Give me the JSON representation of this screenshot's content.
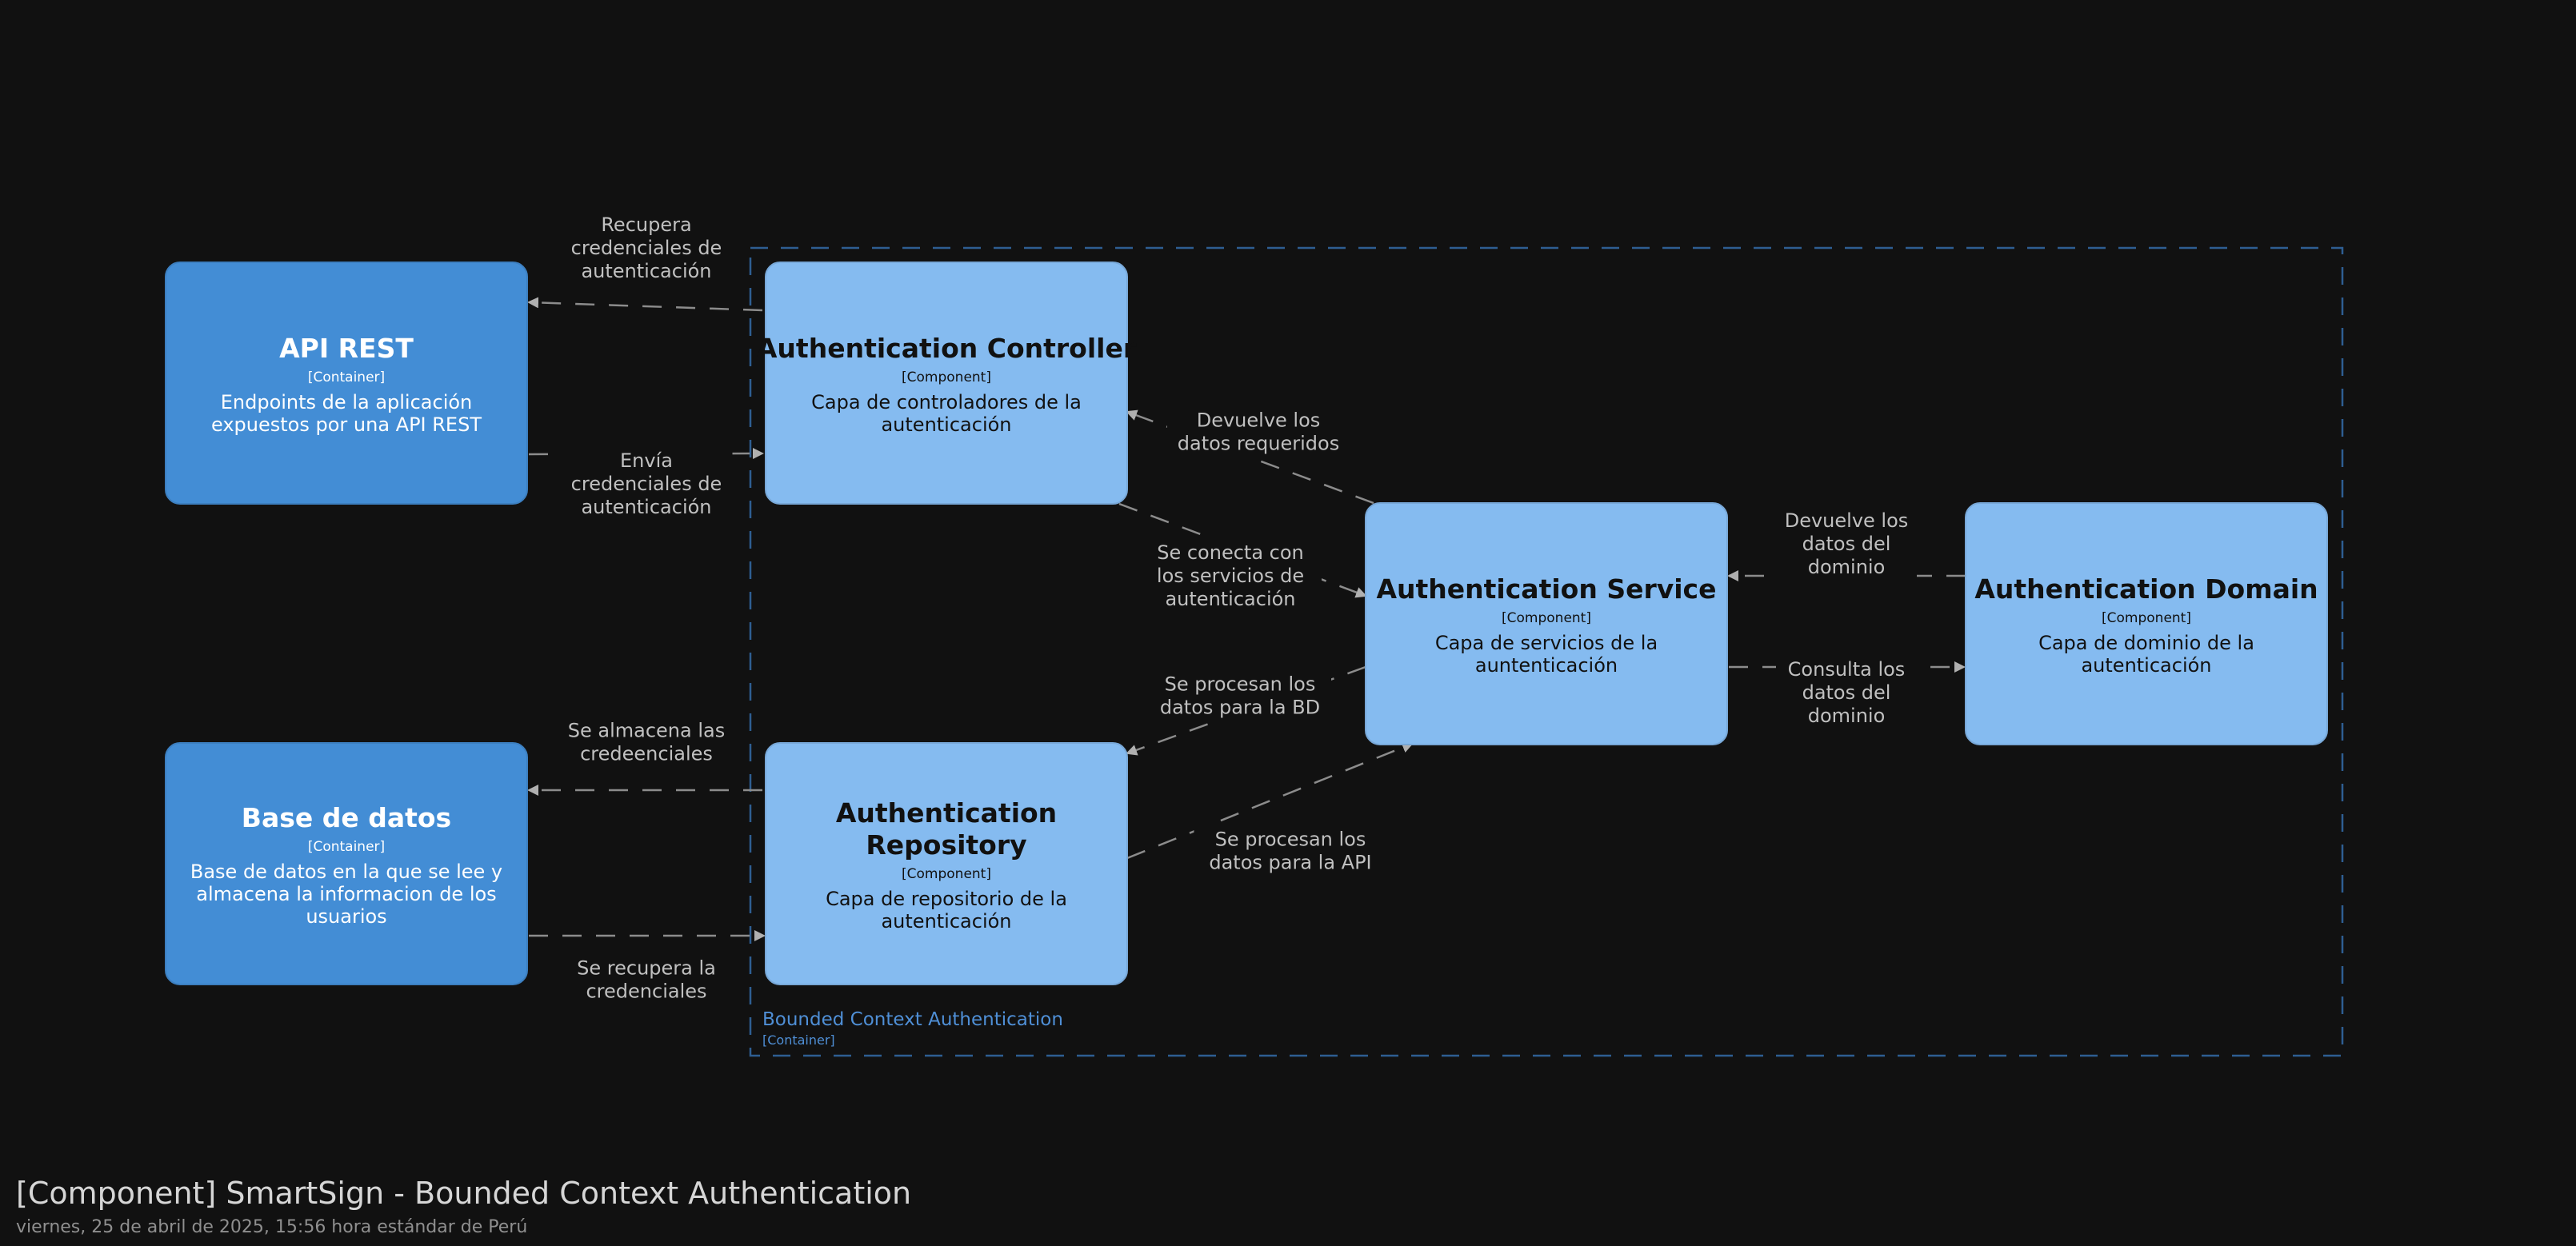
{
  "colors": {
    "background": "#111111",
    "container_fill": "#438dd5",
    "container_stroke": "#3c7fc0",
    "component_fill": "#85bbf0",
    "component_stroke": "#78a8d8",
    "boundary_stroke": "#2e5e92",
    "boundary_label": "#4f8fd6",
    "edge": "#8c8c8c",
    "arrowhead": "#b0b0b0",
    "edge_label": "#c0c0c0",
    "container_text": "#ffffff",
    "component_text": "#111111"
  },
  "boundary": {
    "label": "Bounded Context Authentication",
    "type": "[Container]"
  },
  "nodes": [
    {
      "id": "api-rest",
      "kind": "container",
      "title": [
        "API REST"
      ],
      "type": "[Container]",
      "description": [
        "Endpoints de la aplicación",
        "expuestos por una API REST"
      ]
    },
    {
      "id": "base-de-datos",
      "kind": "container",
      "title": [
        "Base de datos"
      ],
      "type": "[Container]",
      "description": [
        "Base de datos en la que se lee y",
        "almacena la informacion de los",
        "usuarios"
      ]
    },
    {
      "id": "authentication-controller",
      "kind": "component",
      "title": [
        "Authentication Controller"
      ],
      "type": "[Component]",
      "description": [
        "Capa de controladores de la",
        "autenticación"
      ]
    },
    {
      "id": "authentication-repository",
      "kind": "component",
      "title": [
        "Authentication",
        "Repository"
      ],
      "type": "[Component]",
      "description": [
        "Capa de repositorio de la",
        "autenticación"
      ]
    },
    {
      "id": "authentication-service",
      "kind": "component",
      "title": [
        "Authentication Service"
      ],
      "type": "[Component]",
      "description": [
        "Capa de servicios de la",
        "auntenticación"
      ]
    },
    {
      "id": "authentication-domain",
      "kind": "component",
      "title": [
        "Authentication Domain"
      ],
      "type": "[Component]",
      "description": [
        "Capa de dominio de la",
        "autenticación"
      ]
    }
  ],
  "edges": [
    {
      "from": "authentication-controller",
      "to": "api-rest",
      "label": [
        "Recupera",
        "credenciales de",
        "autenticación"
      ]
    },
    {
      "from": "api-rest",
      "to": "authentication-controller",
      "label": [
        "Envía",
        "credenciales de",
        "autenticación"
      ]
    },
    {
      "from": "authentication-service",
      "to": "authentication-controller",
      "label": [
        "Devuelve los",
        "datos requeridos"
      ]
    },
    {
      "from": "authentication-controller",
      "to": "authentication-service",
      "label": [
        "Se conecta con",
        "los servicios de",
        "autenticación"
      ]
    },
    {
      "from": "authentication-domain",
      "to": "authentication-service",
      "label": [
        "Devuelve los",
        "datos del",
        "dominio"
      ]
    },
    {
      "from": "authentication-service",
      "to": "authentication-domain",
      "label": [
        "Consulta los",
        "datos del",
        "dominio"
      ]
    },
    {
      "from": "authentication-service",
      "to": "authentication-repository",
      "label": [
        "Se procesan los",
        "datos para la BD"
      ]
    },
    {
      "from": "authentication-repository",
      "to": "authentication-service",
      "label": [
        "Se procesan los",
        "datos para la API"
      ]
    },
    {
      "from": "authentication-repository",
      "to": "base-de-datos",
      "label": [
        "Se almacena las",
        "credeenciales"
      ]
    },
    {
      "from": "base-de-datos",
      "to": "authentication-repository",
      "label": [
        "Se recupera la",
        "credenciales"
      ]
    }
  ],
  "footer": {
    "title": "[Component] SmartSign - Bounded Context Authentication",
    "subtitle": "viernes, 25 de abril de 2025, 15:56 hora estándar de Perú"
  }
}
